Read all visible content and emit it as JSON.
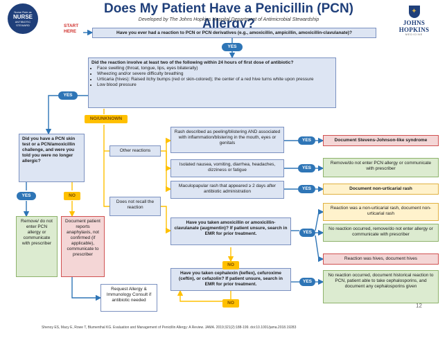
{
  "title": "Does My Patient Have a Penicillin (PCN) Allergy?",
  "subtitle": "Developed by The Johns Hopkins Hospital Department of Antimicrobial Stewardship",
  "logo_left": {
    "line1": "Nurse Role as",
    "line2": "NURSE",
    "line3": "ANTIBIOTIC",
    "line4": "STEWARD"
  },
  "logo_right": {
    "name": "JOHNS HOPKINS",
    "sub": "MEDICINE"
  },
  "start_label": "START HERE",
  "q1": "Have you ever had a reaction to PCN or PCN derivatives (e.g., amoxicillin, ampicillin, amoxicillin-clavulanate)?",
  "yes": "YES",
  "no": "NO",
  "no_unknown": "NO/UNKNOWN",
  "q2": {
    "heading": "Did the reaction involve at least two of the following within 24 hours of first dose of antibiotic?",
    "items": [
      "Face swelling (throat, tongue, lips, eyes bilaterally)",
      "Wheezing and/or severe difficulty breathing",
      "Urticaria (hives): Raised itchy bumps (red or skin-colored); the center of a red hive turns white upon pressure",
      "Low blood pressure"
    ]
  },
  "skin_test_q": "Did you have a PCN skin test or a PCN/amoxicillin challenge, and were you told you were no longer allergic?",
  "remove_left": "Remove/ do not enter PCN allergy or communicate with prescriber",
  "anaphylaxis": "Document patient reports anaphylaxis, not confirmed (if applicable), communicate to prescriber",
  "request_consult": "Request Allergy & Immunology Consult if antibiotic needed",
  "other_reactions": "Other reactions",
  "not_recall": "Does not recall the reaction",
  "rash_peeling": "Rash described as peeling/blistering AND associated with inflammation/blistering in the mouth, eyes or genitals",
  "isolated": "Isolated nausea, vomiting, diarrhea, headaches, dizziness or fatigue",
  "maculo": "Maculopapular rash that appeared ≥ 2 days after antibiotic administration",
  "amox_q": "Have you taken amoxicillin or amoxicillin-clavulanate (augmentin)? If patient unsure, search in EMR for prior treatment.",
  "ceph_q": "Have you taken cephalexin (keflex), cefuroxime (ceftin), or cefazolin? If patient unsure, search in EMR for prior treatment.",
  "out_sjs": "Document Stevens-Johnson-like syndrome",
  "out_remove": "Remove/do not enter PCN allergy or communicate with prescriber",
  "out_nonurt": "Document non-urticarial rash",
  "out_amox_nonurt": "Reaction was a non-urticarial rash, document non-urticarial rash",
  "out_amox_none": "No reaction occurred, remove/do not enter allergy or communicate with prescriber",
  "out_amox_hives": "Reaction was hives, document hives",
  "out_ceph": "No reaction occurred, document historical reaction to PCN, patient able to take cephalosporins, and document any cephalosporins given",
  "page_number": "12",
  "citation": "Shenoy ES, Macy E, Rowe T, Blumenthal KG. Evaluation and Management of Penicillin Allergy: A Review. JAMA. 2019;321(2):188-199. doi:10.1001/jama.2018.19283",
  "colors": {
    "title": "#1f3f7a",
    "yes_pill": "#2e75b6",
    "no_pill": "#ffc000",
    "line_blue": "#2e75b6",
    "line_orange": "#ffc000"
  }
}
